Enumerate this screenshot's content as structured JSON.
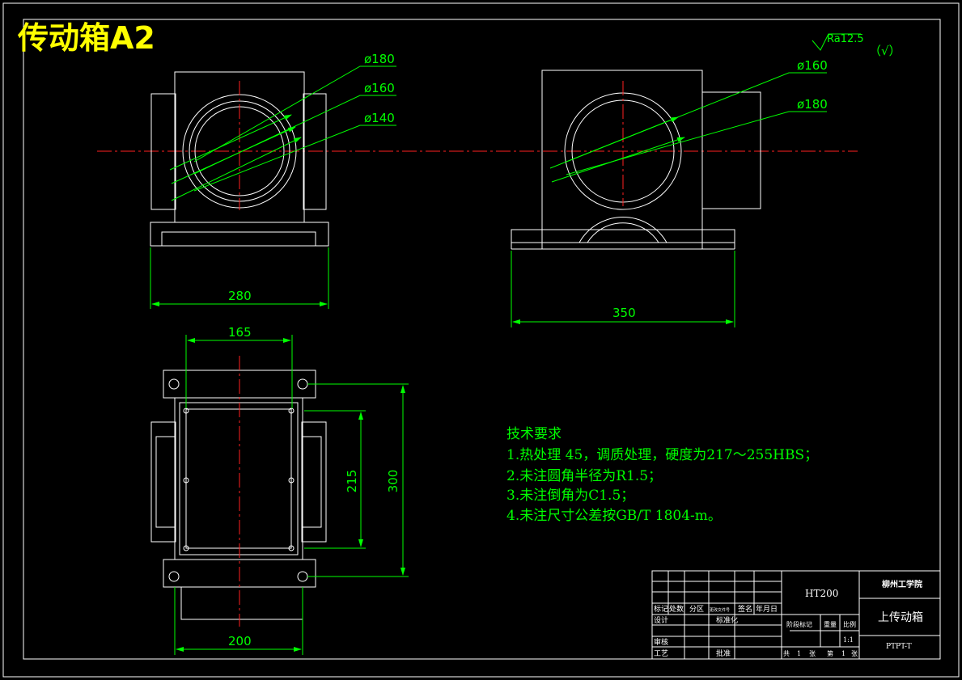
{
  "title": "传动箱A2",
  "roughness": {
    "value": "Ra12.5",
    "paren": "（√）"
  },
  "dims": {
    "front_d180": "ø180",
    "front_d160": "ø160",
    "front_d140": "ø140",
    "front_width": "280",
    "side_d160": "ø160",
    "side_d180": "ø180",
    "side_width": "350",
    "top_165": "165",
    "top_215": "215",
    "top_300": "300",
    "top_200": "200"
  },
  "notes": {
    "heading": "技术要求",
    "lines": [
      "1.热处理 45，调质处理，硬度为217～255HBS；",
      "2.未注圆角半径为R1.5；",
      "3.未注倒角为C1.5；",
      "4.未注尺寸公差按GB/T 1804-m。"
    ]
  },
  "title_block": {
    "material": "HT200",
    "school": "柳州工学院",
    "part_name": "上传动箱",
    "drawing_no": "PTPT-T",
    "scale_label": "比例",
    "scale": "1:1",
    "mass_label": "重量",
    "stage_label": "阶段标记",
    "row_labels": [
      "标记",
      "处数",
      "分区",
      "更改文件号",
      "签名",
      "年月日"
    ],
    "design": "设计",
    "standard": "标准化",
    "review": "审核",
    "process": "工艺",
    "approve": "批准",
    "total": "共",
    "total_n": "1",
    "sheet": "张",
    "sheet_label": "第",
    "sheet_n": "1",
    "sheet_unit": "张"
  },
  "colors": {
    "background": "#000000",
    "outline": "#ffffff",
    "dimension": "#00ff00",
    "centerline": "#ff2020",
    "title": "#ffff00"
  }
}
